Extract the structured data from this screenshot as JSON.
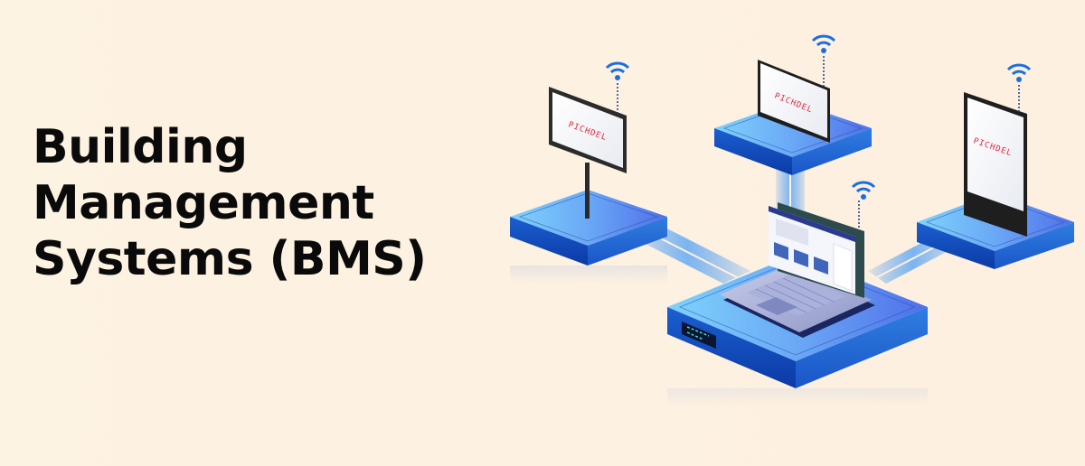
{
  "banner": {
    "title_lines": [
      "Building",
      "Management",
      "Systems (BMS)"
    ],
    "colors": {
      "background": "#fdf2e1",
      "text": "#0a0a0a",
      "platform_top": "#5b8ff0",
      "platform_side": "#1c4fbf",
      "wifi": "#1a6fe0",
      "brand_text": "#e0283a"
    }
  },
  "illustration": {
    "devices": [
      {
        "name": "pole-signage-display",
        "brand": "PICHDEL"
      },
      {
        "name": "table-display",
        "brand": "PICHDEL"
      },
      {
        "name": "standee-kiosk-display",
        "brand": "PICHDEL"
      },
      {
        "name": "central-laptop-hub",
        "brand": ""
      }
    ]
  }
}
